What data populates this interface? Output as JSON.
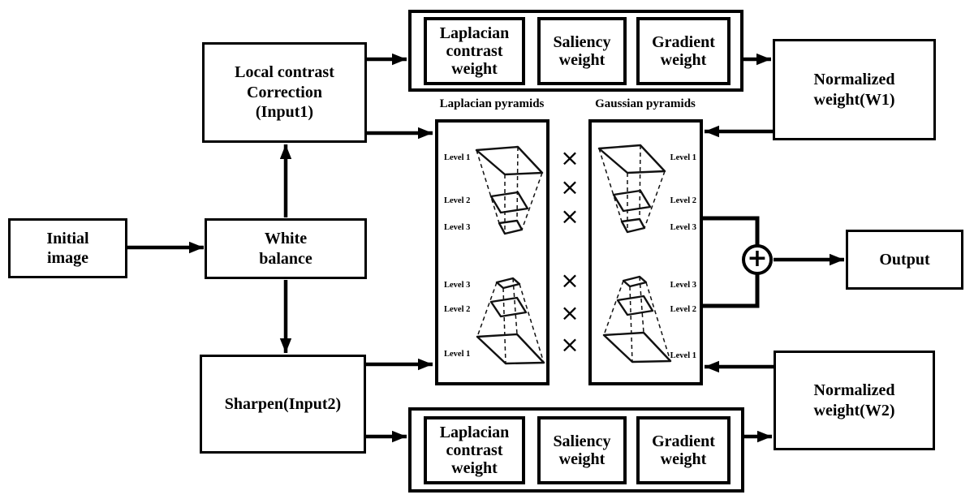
{
  "nodes": {
    "initial_image": {
      "label": "Initial\nimage"
    },
    "white_balance": {
      "label": "White\nbalance"
    },
    "local_contrast": {
      "label": "Local contrast\nCorrection\n(Input1)"
    },
    "sharpen": {
      "label": "Sharpen(Input2)"
    },
    "normalized_w1": {
      "label": "Normalized\nweight(W1)"
    },
    "normalized_w2": {
      "label": "Normalized\nweight(W2)"
    },
    "output": {
      "label": "Output"
    }
  },
  "weight_groups": {
    "top": {
      "items": [
        "Laplacian\ncontrast\nweight",
        "Saliency\nweight",
        "Gradient\nweight"
      ]
    },
    "bottom": {
      "items": [
        "Laplacian\ncontrast\nweight",
        "Saliency\nweight",
        "Gradient\nweight"
      ]
    }
  },
  "pyramids": {
    "laplacian_title": "Laplacian pyramids",
    "gaussian_title": "Gaussian pyramids",
    "inverted_levels": [
      "Level 1",
      "Level 2",
      "Level 3"
    ],
    "upright_levels": [
      "Level 3",
      "Level 2",
      "Level 1"
    ]
  },
  "operators": {
    "multiply": "×",
    "sum": "+"
  }
}
